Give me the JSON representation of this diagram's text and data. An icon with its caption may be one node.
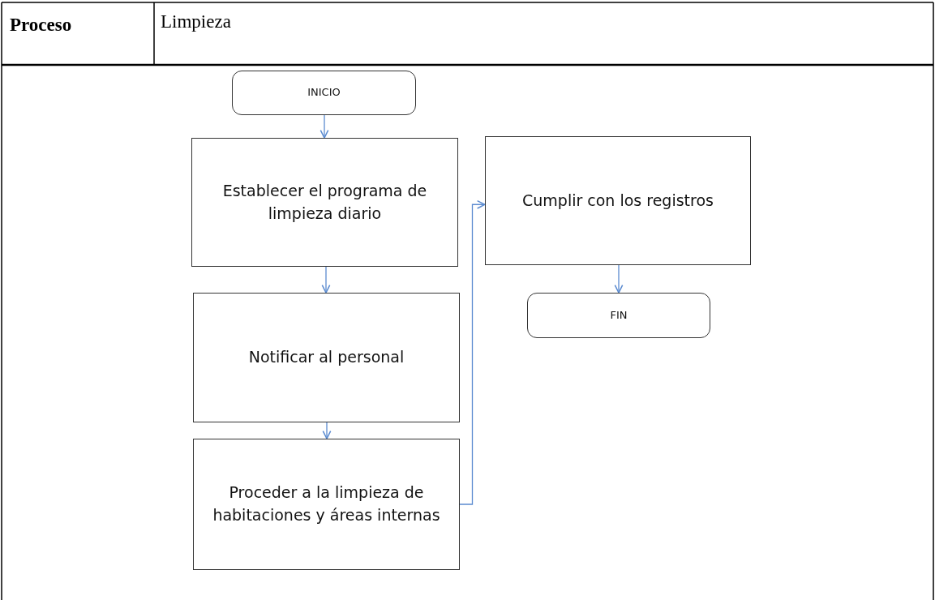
{
  "diagram": {
    "nodes": [
      {
        "text": [
          "INICIO"
        ]
      },
      {
        "text": [
          "Establecer el programa de limpieza diario"
        ]
      },
      {
        "text": [
          "Notificar al personal"
        ]
      },
      {
        "text": [
          "Proceder a la limpieza de habitaciones y áreas internas"
        ]
      },
      {
        "text": [
          "Cumplir con los registros"
        ]
      },
      {
        "text": [
          "FIN"
        ]
      }
    ],
    "edges": [
      {
        "from": 0,
        "to": 1,
        "arrow": "to"
      },
      {
        "from": 1,
        "to": 2,
        "arrow": "to"
      },
      {
        "from": 2,
        "to": 3,
        "arrow": "to"
      },
      {
        "from": 3,
        "to": 4,
        "arrow": "to"
      },
      {
        "from": 4,
        "to": 5,
        "arrow": "to"
      }
    ],
    "labels": [
      "Proceso",
      "Limpieza"
    ]
  }
}
